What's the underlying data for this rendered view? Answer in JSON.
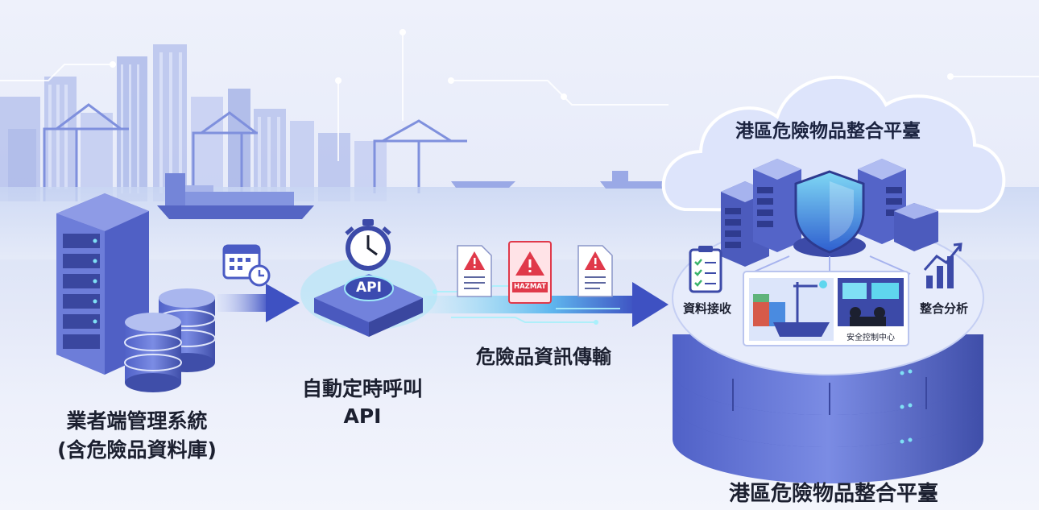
{
  "source_system": {
    "line1": "業者端管理系統",
    "line2": "(含危險品資料庫)"
  },
  "api_call": {
    "line1": "自動定時呼叫",
    "line2": "API",
    "chip_label": "API"
  },
  "transfer": {
    "label": "危險品資訊傳輸",
    "badge": "HAZMAT"
  },
  "platform": {
    "cloud_title": "港區危險物品整合平臺",
    "bottom_title": "港區危險物品整合平臺",
    "receive_label": "資料接收",
    "analysis_label": "整合分析",
    "control_center_label": "安全控制中心"
  },
  "colors": {
    "primary": "#4a5bc4",
    "accent": "#5fd6ee",
    "warning": "#e0394a",
    "text": "#1c2030"
  }
}
